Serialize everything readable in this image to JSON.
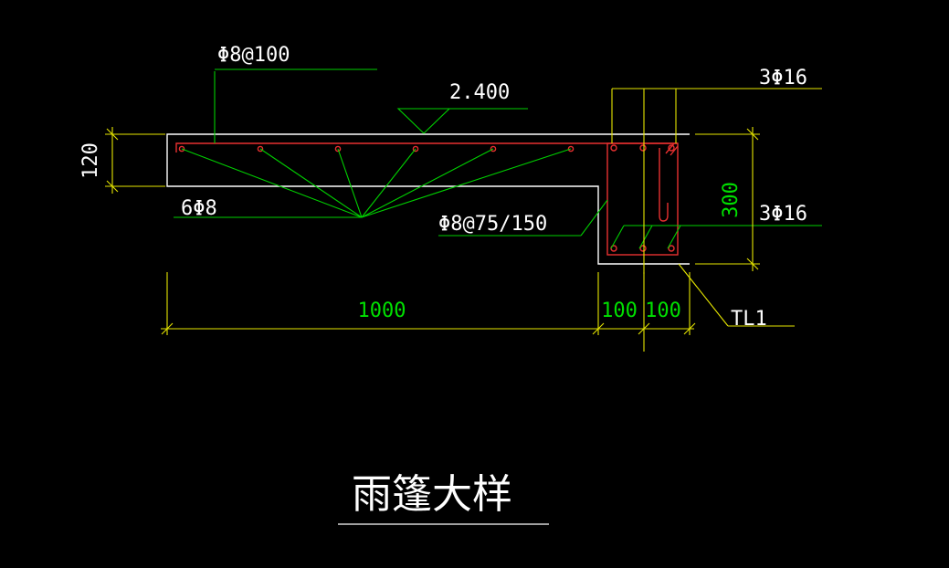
{
  "colors": {
    "background": "#000000",
    "outline": "#ffffff",
    "rebar": "#e83030",
    "leader": "#00d000",
    "dimension": "#e6e600",
    "dimension_text": "#00e000"
  },
  "annotations": {
    "slab_top_rebar": "Φ8@100",
    "elevation": "2.400",
    "distribution_rebar": "6Φ8",
    "stirrup": "Φ8@75/150",
    "beam_top_rebar": "3Φ16",
    "beam_bottom_rebar": "3Φ16",
    "beam_label": "TL1"
  },
  "dimensions": {
    "slab_thickness": "120",
    "beam_height": "300",
    "canopy_length": "1000",
    "beam_half_left": "100",
    "beam_half_right": "100"
  },
  "title": "雨篷大样"
}
